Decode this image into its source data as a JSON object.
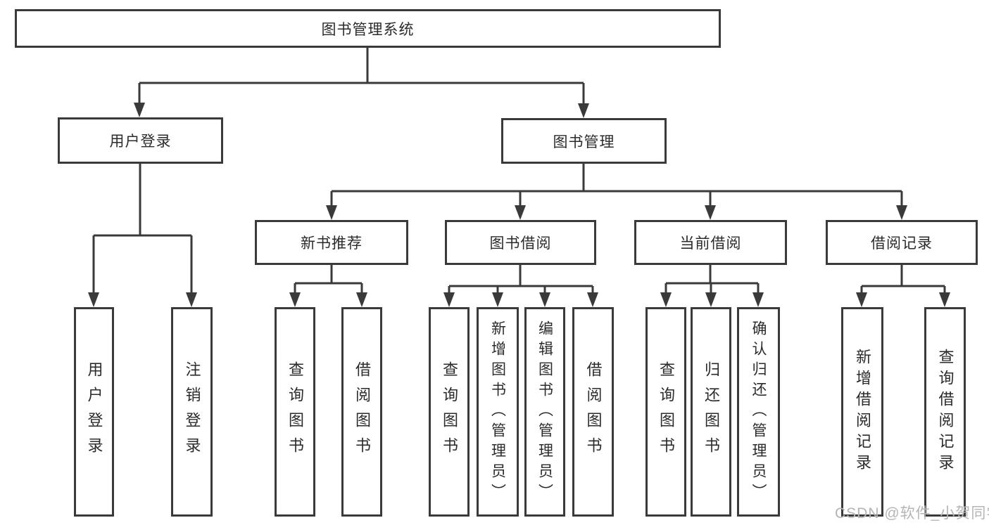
{
  "tree": {
    "root": {
      "label": "图书管理系统"
    },
    "user_branch": {
      "label": "用户登录",
      "children": [
        {
          "label": "用户登录"
        },
        {
          "label": "注销登录"
        }
      ]
    },
    "book_branch": {
      "label": "图书管理",
      "sections": [
        {
          "label": "新书推荐",
          "children": [
            {
              "label": "查询图书"
            },
            {
              "label": "借阅图书"
            }
          ]
        },
        {
          "label": "图书借阅",
          "children": [
            {
              "label": "查询图书"
            },
            {
              "label": "新增图书（管理员）"
            },
            {
              "label": "编辑图书（管理员）"
            },
            {
              "label": "借阅图书"
            }
          ]
        },
        {
          "label": "当前借阅",
          "children": [
            {
              "label": "查询图书"
            },
            {
              "label": "归还图书"
            },
            {
              "label": "确认归还（管理员）"
            }
          ]
        },
        {
          "label": "借阅记录",
          "children": [
            {
              "label": "新增借阅记录"
            },
            {
              "label": "查询借阅记录"
            }
          ]
        }
      ]
    }
  },
  "watermark": {
    "text": "CSDN @软件_小贺同学"
  },
  "colors": {
    "line": "#3a3a3a",
    "text": "#2b2b2b",
    "watermark": "#b5b5b5",
    "background": "#ffffff"
  }
}
